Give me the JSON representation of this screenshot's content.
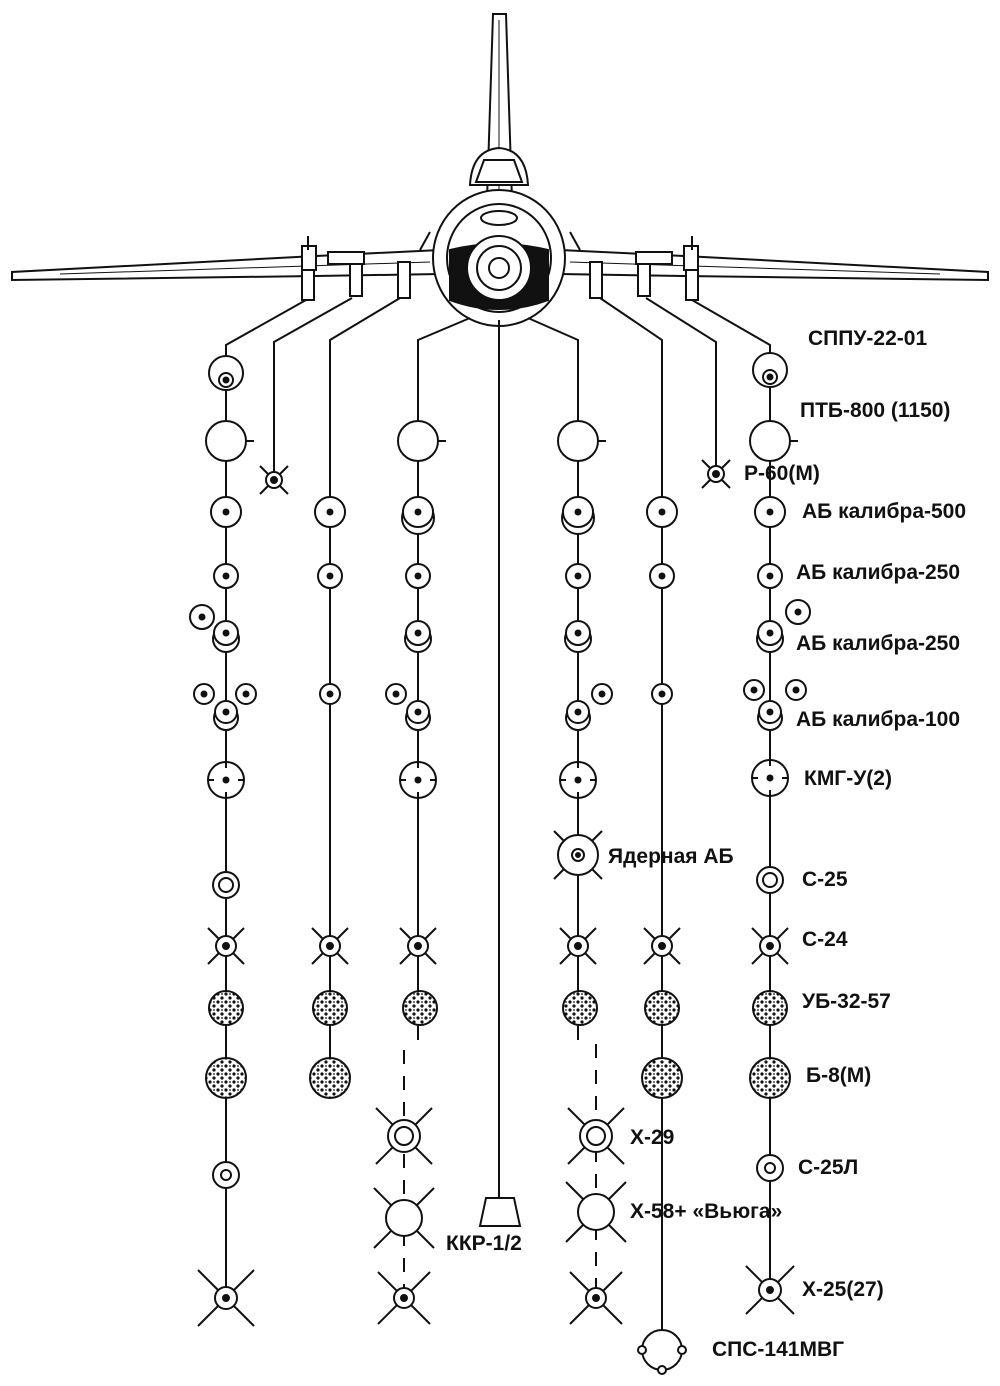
{
  "diagram": {
    "colors": {
      "ink": "#111111",
      "paper": "#ffffff"
    },
    "labels": {
      "sppu": "СППУ-22-01",
      "ptb": "ПТБ-800 (1150)",
      "r60": "Р-60(М)",
      "ab500": "АБ калибра-500",
      "ab250a": "АБ калибра-250",
      "ab250b": "АБ калибра-250",
      "ab100": "АБ калибра-100",
      "kmg": "КМГ-У(2)",
      "nuclear": "Ядерная АБ",
      "s25": "С-25",
      "s24": "С-24",
      "ub32": "УБ-32-57",
      "b8": "Б-8(М)",
      "kh29": "Х-29",
      "kh58": "Х-58+ «Вьюга»",
      "s25l": "С-25Л",
      "kkr": "ККР-1/2",
      "kh25": "Х-25(27)",
      "sps": "СПС-141МВГ"
    },
    "icons": {
      "aircraft": "su-17-front-view-icon",
      "pod": "sppu-gun-pod-icon",
      "tank": "drop-tank-icon",
      "missile": "finned-missile-icon",
      "bomb": "bomb-icon",
      "cluster": "cluster-bomb-icon",
      "rocket_pod": "rocket-pod-icon",
      "recon_pod": "kkr-pod-icon",
      "ecm_pod": "sps-ecm-pod-icon"
    }
  }
}
